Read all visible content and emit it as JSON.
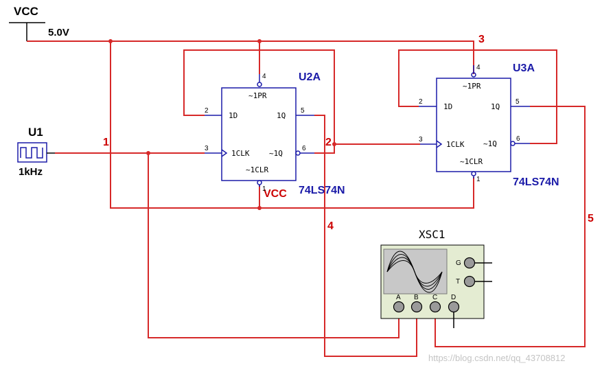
{
  "vcc": {
    "label": "VCC",
    "voltage": "5.0V"
  },
  "source": {
    "ref": "U1",
    "freq": "1kHz"
  },
  "nets": {
    "n1": "1",
    "n2": "2",
    "n3": "3",
    "n4": "4",
    "n5": "5"
  },
  "u2a": {
    "ref": "U2A",
    "part": "74LS74N",
    "vcc": "VCC",
    "pins": {
      "pr": "~1PR",
      "d": "1D",
      "q": "1Q",
      "clk": "1CLK",
      "qn": "~1Q",
      "clr": "~1CLR"
    },
    "pin_numbers": {
      "pr": "4",
      "d": "2",
      "q": "5",
      "clk": "3",
      "qn": "6",
      "clr": "1"
    }
  },
  "u3a": {
    "ref": "U3A",
    "part": "74LS74N",
    "pins": {
      "pr": "~1PR",
      "d": "1D",
      "q": "1Q",
      "clk": "1CLK",
      "qn": "~1Q",
      "clr": "~1CLR"
    },
    "pin_numbers": {
      "pr": "4",
      "d": "2",
      "q": "5",
      "clk": "3",
      "qn": "6",
      "clr": "1"
    }
  },
  "scope": {
    "ref": "XSC1",
    "channels": [
      "A",
      "B",
      "C",
      "D"
    ],
    "side_terms": [
      "G",
      "T"
    ]
  },
  "colors": {
    "wire": "#d62828",
    "chip": "#1a1aa8",
    "net_label": "#cc0000",
    "scope_body": "#e4ecd2"
  },
  "watermark": "https://blog.csdn.net/qq_43708812"
}
